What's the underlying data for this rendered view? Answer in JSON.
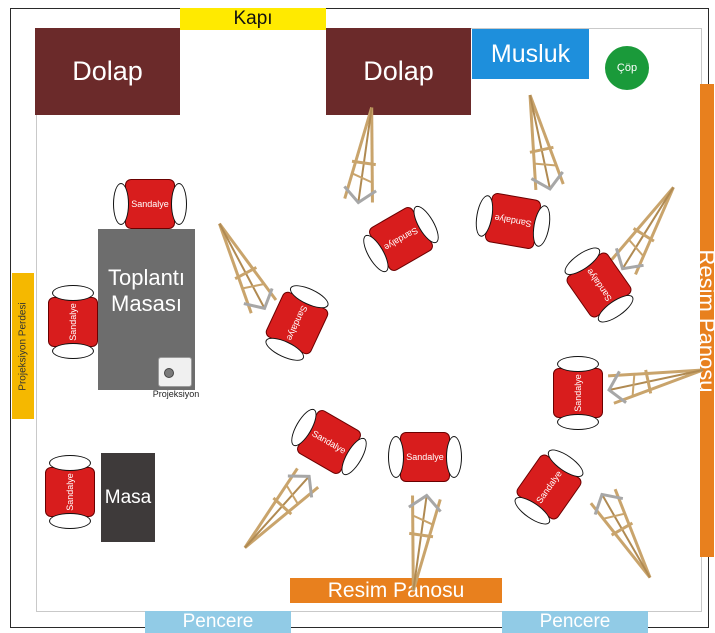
{
  "labels": {
    "door": "Kapı",
    "dolap_left": "Dolap",
    "dolap_right": "Dolap",
    "musluk": "Musluk",
    "cop": "Çöp",
    "resim_panosu_right": "Resim Panosu",
    "resim_panosu_bottom": "Resim Panosu",
    "pencere_left": "Pencere",
    "pencere_right": "Pencere",
    "projeksiyon_perdesi": "Projeksiyon Perdesi",
    "toplanti_masasi_line1": "Toplantı",
    "toplanti_masasi_line2": "Masası",
    "masa": "Masa",
    "projeksiyon": "Projeksiyon",
    "chair": "Sandalye"
  },
  "colors": {
    "dolap": "#6b2a2a",
    "door": "#ffea00",
    "musluk": "#1e8fdc",
    "cop": "#1a9a3a",
    "resim_panosu": "#e8801e",
    "pencere": "#91cbe6",
    "projeksiyon_perdesi": "#f5b800",
    "toplanti_masasi": "#6d6d6d",
    "masa": "#3e3a3a",
    "chair": "#d81d1d",
    "easel_wood": "#c9a46c",
    "easel_metal": "#a7a7a7"
  }
}
